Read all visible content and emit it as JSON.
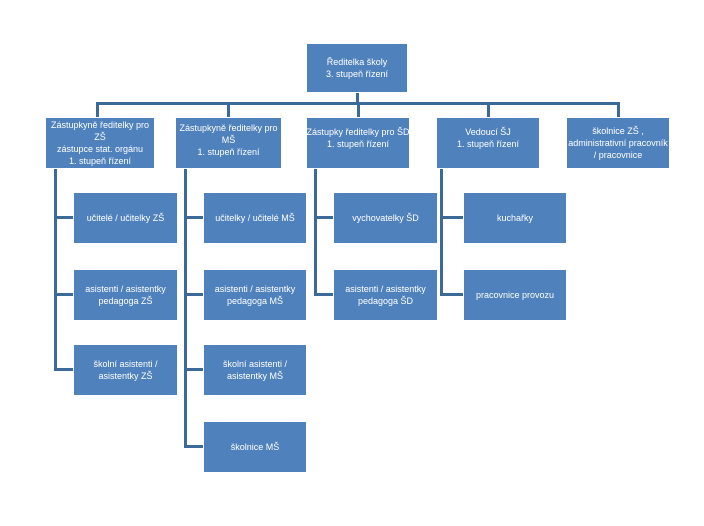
{
  "colors": {
    "box_fill": "#4f81bd",
    "box_text": "#ffffff",
    "connector": "#3c6a98"
  },
  "root": {
    "line1": "Ředitelka školy",
    "line2": "3. stupeň řízení"
  },
  "heads": [
    {
      "lines": [
        "Zástupkyně ředitelky pro ZŠ",
        "zástupce stat. orgánu",
        "1. stupeň řízení"
      ]
    },
    {
      "lines": [
        "Zástupkyně ředitelky pro MŠ",
        "1. stupeň řízení"
      ]
    },
    {
      "lines": [
        "Zástupky ředitelky pro ŠD",
        "1. stupeň řízení"
      ]
    },
    {
      "lines": [
        "Vedoucí ŠJ",
        "1. stupeň řízení"
      ]
    },
    {
      "lines": [
        "školnice ZŠ ,",
        "administrativní pracovník",
        "/ pracovnice"
      ]
    }
  ],
  "zs_staff": [
    "učitelé / učitelky ZŠ",
    "asistenti / asistentky pedagoga ZŠ",
    "školní asistenti / asistentky ZŠ"
  ],
  "ms_staff": [
    "učitelky / učitelé MŠ",
    "asistenti / asistentky pedagoga MŠ",
    "školní asistenti / asistentky MŠ",
    "školnice MŠ"
  ],
  "sd_staff": [
    "vychovatelky ŠD",
    "asistenti / asistentky pedagoga ŠD"
  ],
  "sj_staff": [
    "kuchařky",
    "pracovnice provozu"
  ]
}
